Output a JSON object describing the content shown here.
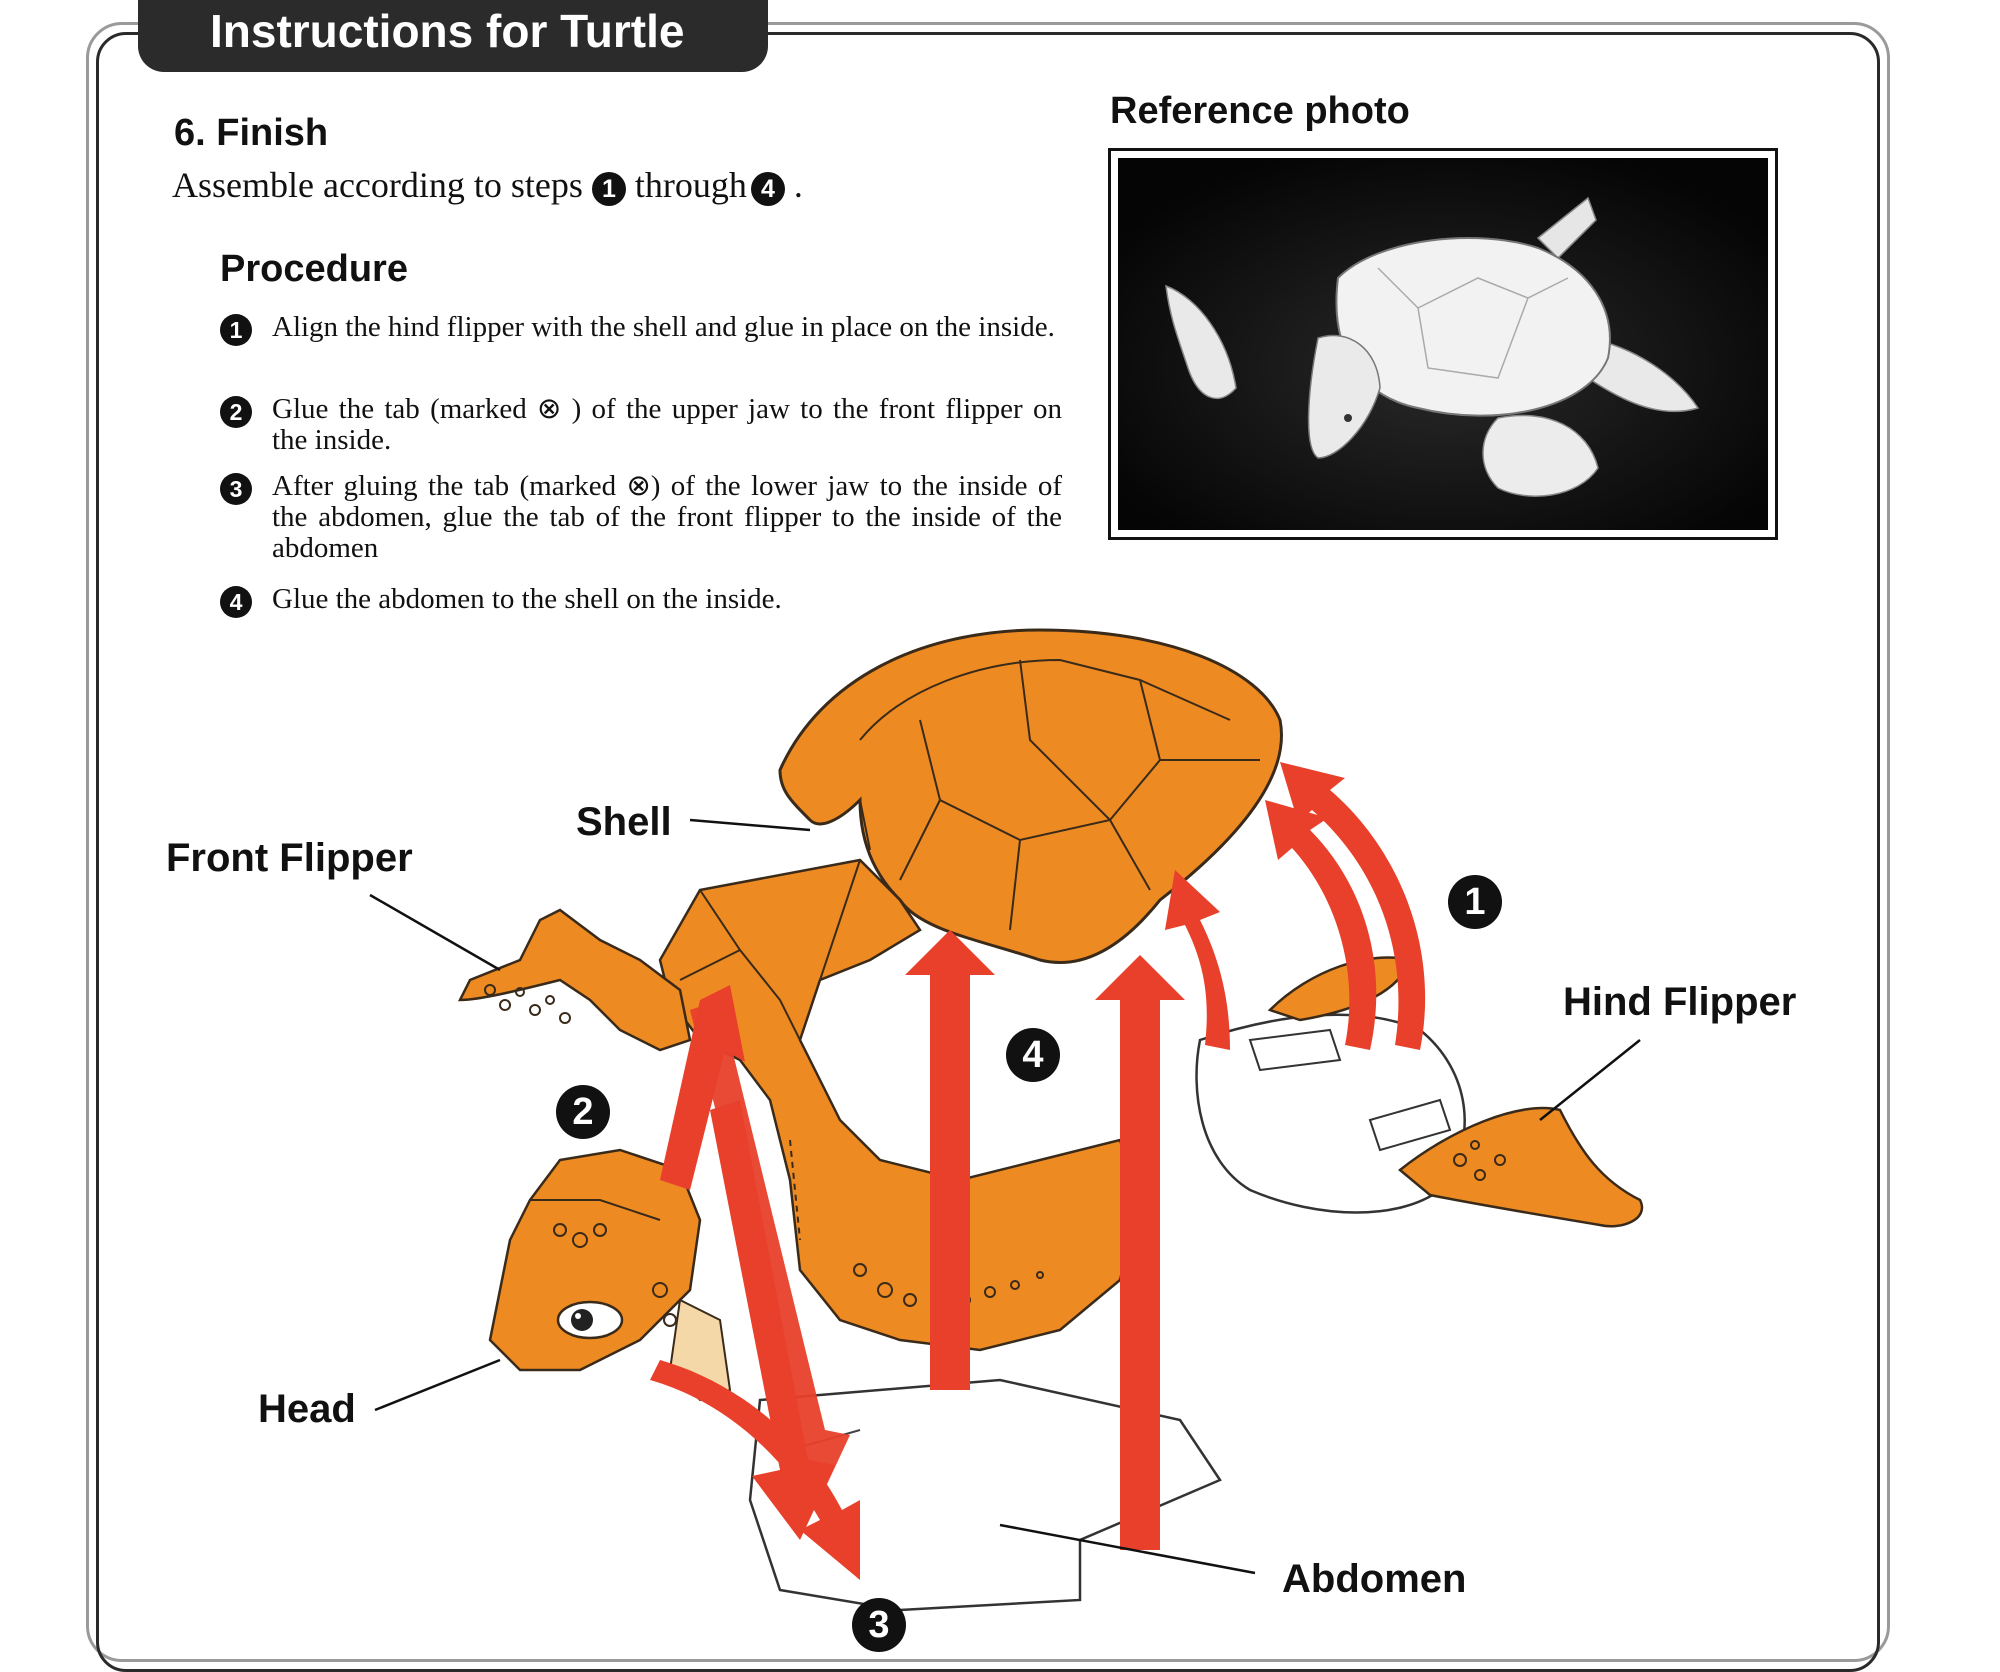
{
  "header": {
    "title": "Instructions for Turtle"
  },
  "section": {
    "heading": "6. Finish",
    "intro_before": "Assemble according to steps",
    "intro_num_start": "1",
    "intro_middle": "through",
    "intro_num_end": "4",
    "intro_after": "."
  },
  "procedure": {
    "heading": "Procedure",
    "steps": [
      {
        "num": "1",
        "text": "Align the hind flipper with the shell and glue in place on the inside."
      },
      {
        "num": "2",
        "text": "Glue the tab (marked ⊗ ) of the upper jaw to the front flipper on the inside."
      },
      {
        "num": "3",
        "text": "After gluing the tab (marked ⊗) of the lower jaw to the inside of the abdomen, glue the tab of the front flipper to the inside of the abdomen"
      },
      {
        "num": "4",
        "text": "Glue the abdomen to the shell on the inside."
      }
    ]
  },
  "reference": {
    "title": "Reference photo"
  },
  "diagram": {
    "labels": {
      "shell": "Shell",
      "front_flipper": "Front Flipper",
      "hind_flipper": "Hind Flipper",
      "head": "Head",
      "abdomen": "Abdomen"
    },
    "step_markers": {
      "one": "1",
      "two": "2",
      "three": "3",
      "four": "4"
    }
  },
  "colors": {
    "part_orange": "#ee8a22",
    "arrow_red": "#e8402a",
    "outline": "#3a2a1a"
  }
}
